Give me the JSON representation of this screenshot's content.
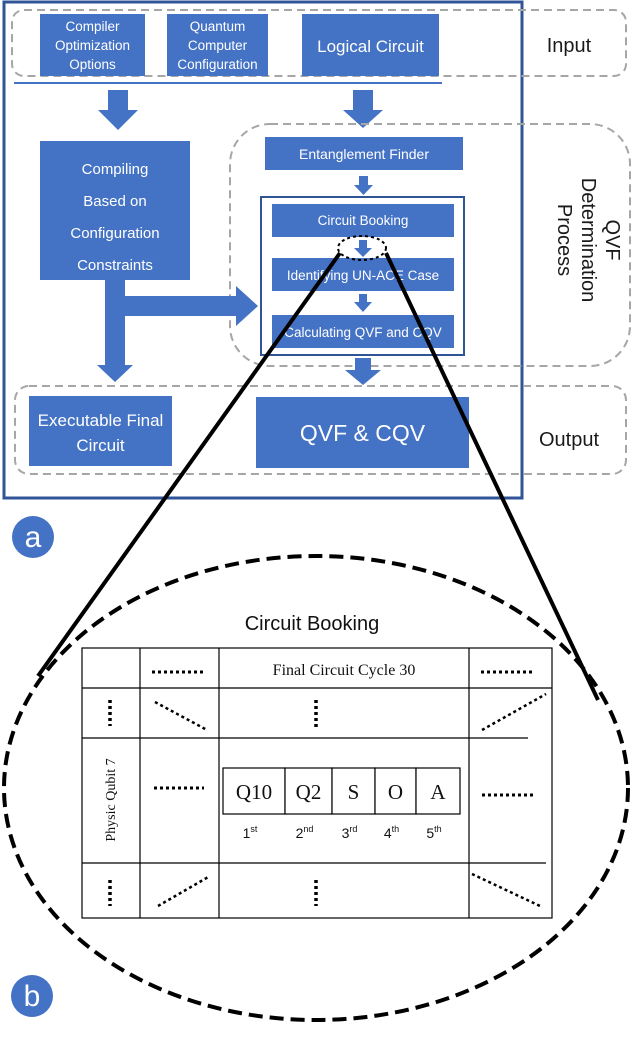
{
  "colors": {
    "box": "#4472c4",
    "frame": "#2f5597",
    "dashed": "#a6a6a6",
    "badge": "#4472c4"
  },
  "input_label": "Input",
  "output_label": "Output",
  "process_label": [
    "QVF",
    "Determination",
    "Process"
  ],
  "boxes": {
    "compiler_options": [
      "Compiler",
      "Optimization",
      "Options"
    ],
    "quantum_config": [
      "Quantum",
      "Computer",
      "Configuration"
    ],
    "logical_circuit": "Logical Circuit",
    "compiling": [
      "Compiling",
      "Based on",
      "Configuration",
      "Constraints"
    ],
    "entanglement_finder": "Entanglement Finder",
    "circuit_booking": "Circuit Booking",
    "identifying": "Identifying UN-ACE Case",
    "calculating": "Calculating QVF and CQV",
    "executable": [
      "Executable Final",
      "Circuit"
    ],
    "qvf_cqv": "QVF & CQV"
  },
  "badges": {
    "a": "a",
    "b": "b"
  },
  "booking": {
    "title": "Circuit Booking",
    "cycle_header": "Final Circuit Cycle 30",
    "qubit_label": "Physic Qubit 7",
    "slots": [
      "Q10",
      "Q2",
      "S",
      "O",
      "A"
    ],
    "ordinals": [
      {
        "num": "1",
        "sup": "st"
      },
      {
        "num": "2",
        "sup": "nd"
      },
      {
        "num": "3",
        "sup": "rd"
      },
      {
        "num": "4",
        "sup": "th"
      },
      {
        "num": "5",
        "sup": "th"
      }
    ]
  },
  "icons": [
    "down-arrow-icon",
    "right-arrow-icon",
    "horizontal-ellipsis-icon",
    "vertical-ellipsis-icon",
    "diagonal-dots-icon"
  ]
}
